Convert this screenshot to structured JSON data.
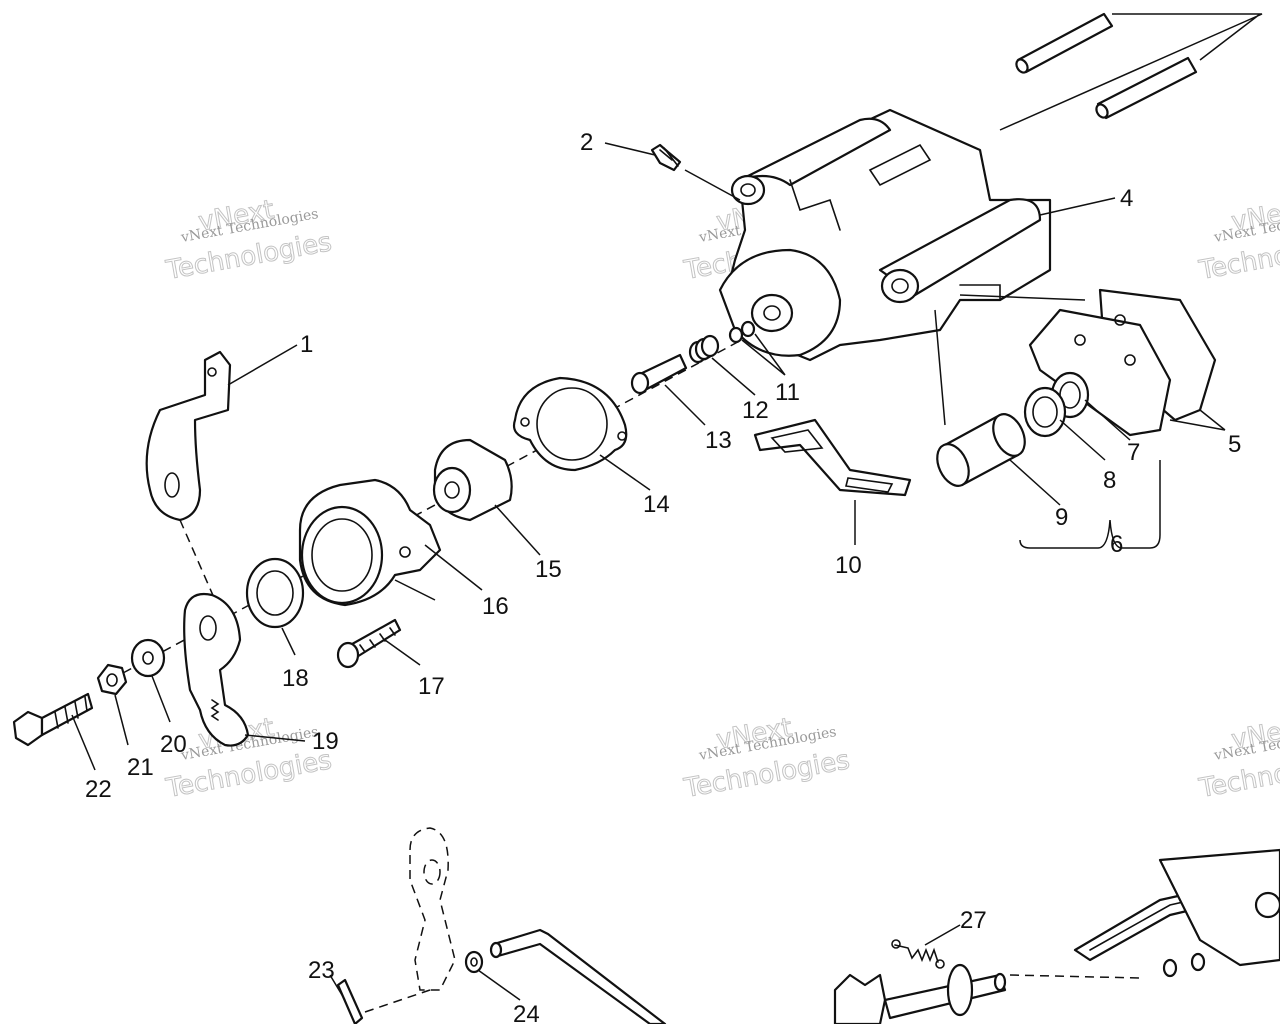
{
  "callouts": {
    "c1": "1",
    "c2": "2",
    "c4": "4",
    "c5": "5",
    "c6": "6",
    "c7": "7",
    "c8": "8",
    "c9": "9",
    "c10": "10",
    "c11": "11",
    "c12": "12",
    "c13": "13",
    "c14": "14",
    "c15": "15",
    "c16": "16",
    "c17": "17",
    "c18": "18",
    "c19": "19",
    "c20": "20",
    "c21": "21",
    "c22": "22",
    "c23": "23",
    "c24": "24",
    "c27": "27"
  },
  "watermark": {
    "line1": "vNext Technologies",
    "big1": "vNext",
    "big2": "Technologies"
  }
}
